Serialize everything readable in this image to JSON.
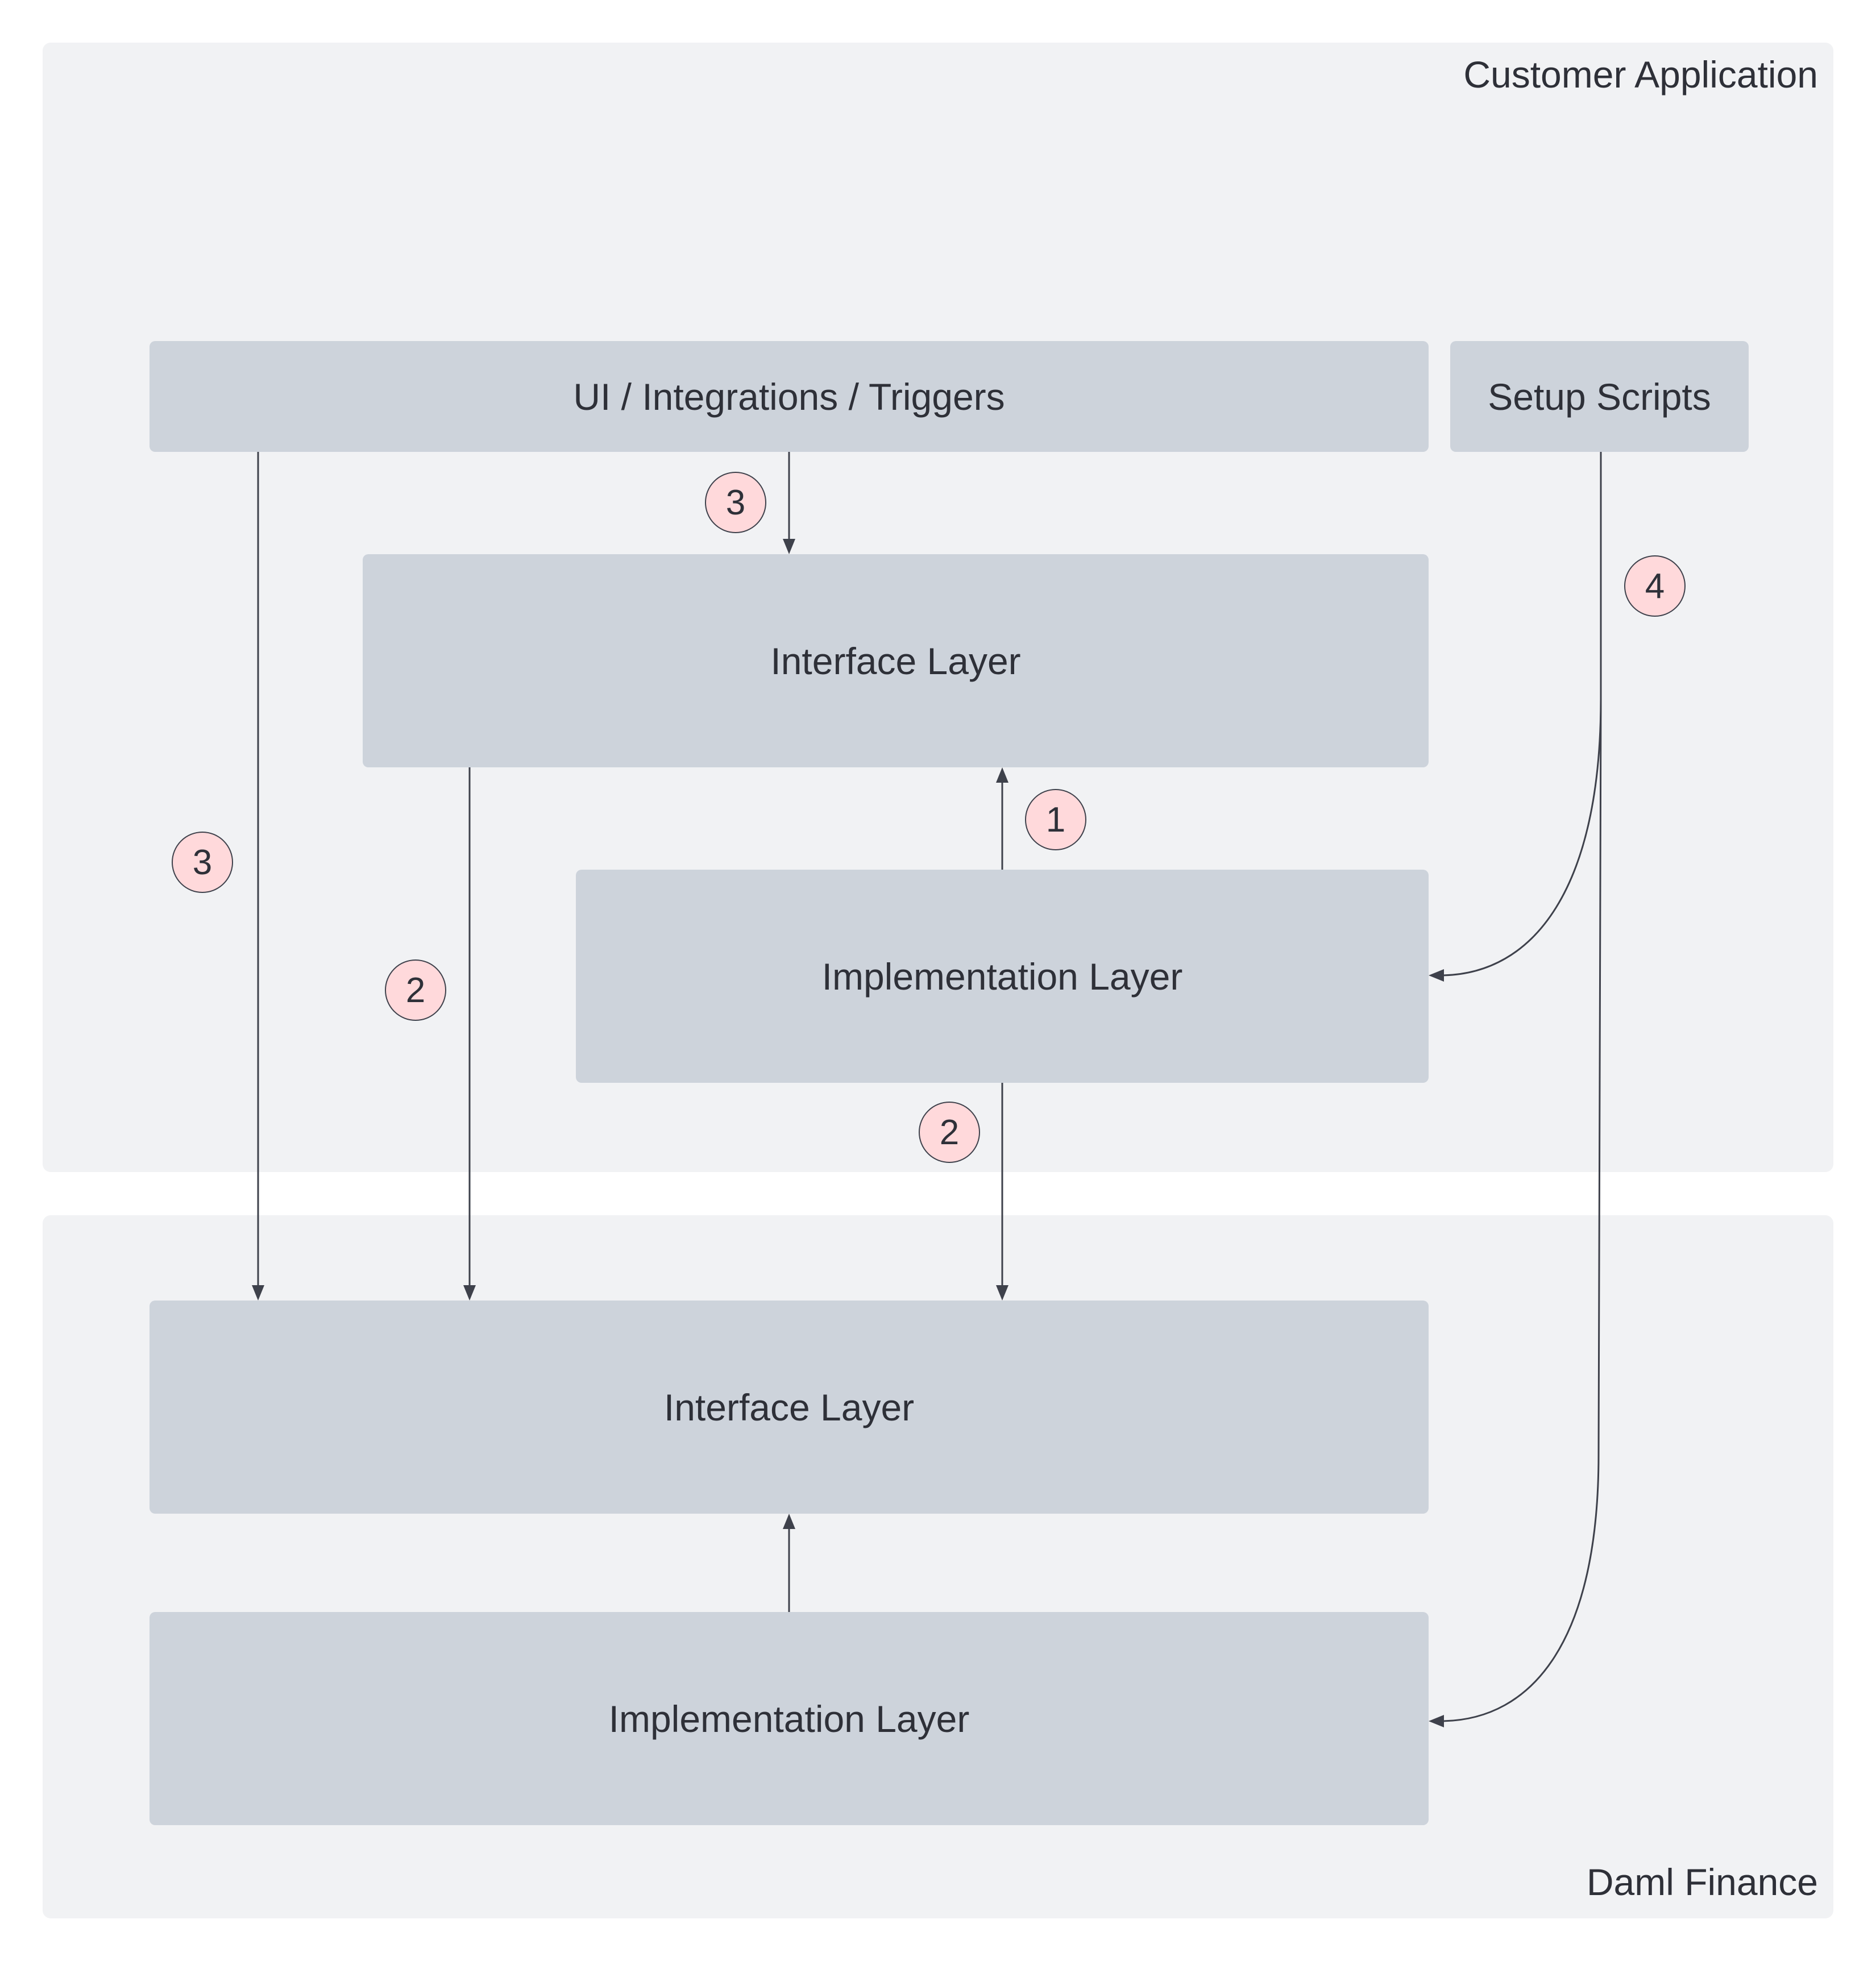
{
  "regions": {
    "customer_application": "Customer Application",
    "daml_finance": "Daml Finance"
  },
  "blocks": {
    "ui_integrations": "UI / Integrations / Triggers",
    "setup_scripts": "Setup Scripts",
    "customer_interface_layer": "Interface Layer",
    "customer_implementation_layer": "Implementation Layer",
    "daml_interface_layer": "Interface Layer",
    "daml_implementation_layer": "Implementation Layer"
  },
  "badges": {
    "ui_to_interface": "3",
    "ui_to_daml_interface": "3",
    "interface_to_daml_interface": "2",
    "implementation_to_interface": "1",
    "implementation_to_daml_interface": "2",
    "setup_scripts": "4"
  },
  "colors": {
    "region_fill": "#f1f2f4",
    "block_fill": "#cdd3db",
    "badge_fill": "#ffd9db",
    "connector": "#3e414b",
    "text": "#2e3038"
  }
}
